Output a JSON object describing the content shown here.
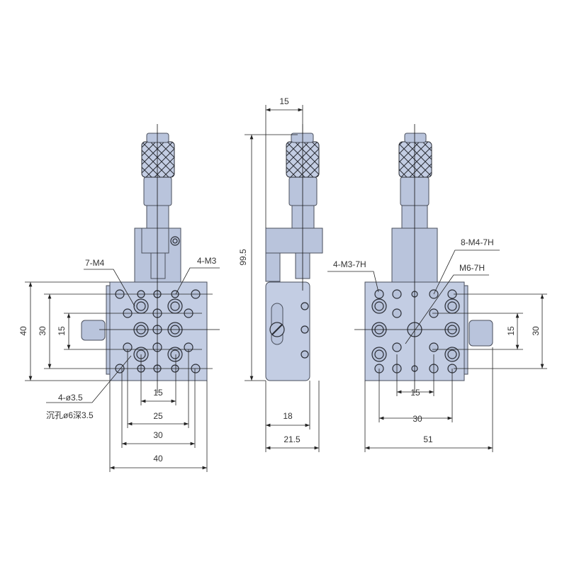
{
  "left_view": {
    "callouts": {
      "m4": "7-M4",
      "m3": "4-M3",
      "hole": "4-ø3.5",
      "counterbore": "沉孔ø6深3.5"
    },
    "dims": {
      "h40": "40",
      "h30": "30",
      "h15": "15",
      "w15": "15",
      "w25": "25",
      "w30": "30",
      "w40": "40"
    }
  },
  "side_view": {
    "dims": {
      "top15": "15",
      "height": "99.5",
      "w18": "18",
      "w21": "21.5"
    }
  },
  "right_view": {
    "callouts": {
      "m3": "4-M3-7H",
      "m4": "8-M4-7H",
      "m6": "M6-7H"
    },
    "dims": {
      "h15": "15",
      "h30": "30",
      "w15": "15",
      "w30": "30",
      "w51": "51"
    }
  },
  "colors": {
    "body": "#c3cde3",
    "line": "#222222"
  }
}
